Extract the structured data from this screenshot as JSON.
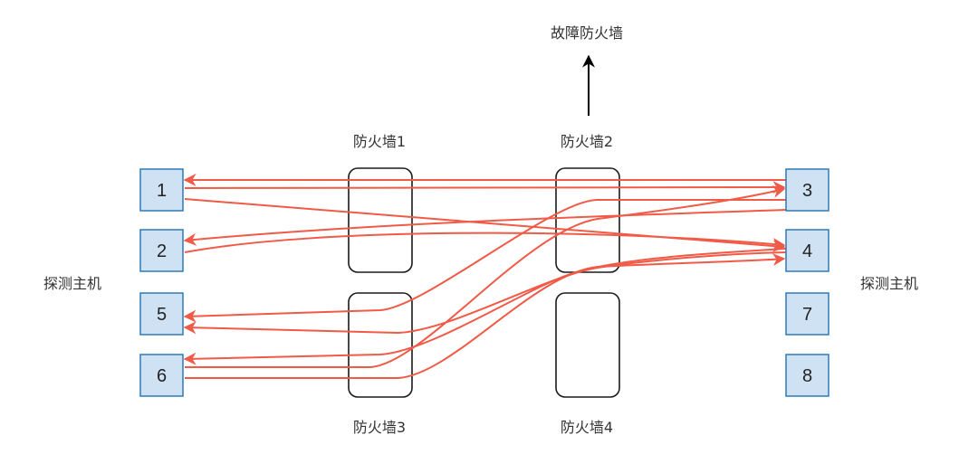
{
  "diagram": {
    "faulty_label": "故障防火墙",
    "side_labels": {
      "left": "探测主机",
      "right": "探测主机"
    },
    "firewalls": [
      {
        "id": "fw1",
        "label": "防火墙1"
      },
      {
        "id": "fw2",
        "label": "防火墙2"
      },
      {
        "id": "fw3",
        "label": "防火墙3"
      },
      {
        "id": "fw4",
        "label": "防火墙4"
      }
    ],
    "hosts": [
      {
        "id": "h1",
        "label": "1"
      },
      {
        "id": "h2",
        "label": "2"
      },
      {
        "id": "h5",
        "label": "5"
      },
      {
        "id": "h6",
        "label": "6"
      },
      {
        "id": "h3",
        "label": "3"
      },
      {
        "id": "h4",
        "label": "4"
      },
      {
        "id": "h7",
        "label": "7"
      },
      {
        "id": "h8",
        "label": "8"
      }
    ],
    "colors": {
      "arrow": "#f05a46",
      "host_fill": "#cfe2f3",
      "host_stroke": "#2f7ab7",
      "firewall_stroke": "#1a1a1a",
      "fault_arrow": "#000000"
    }
  }
}
